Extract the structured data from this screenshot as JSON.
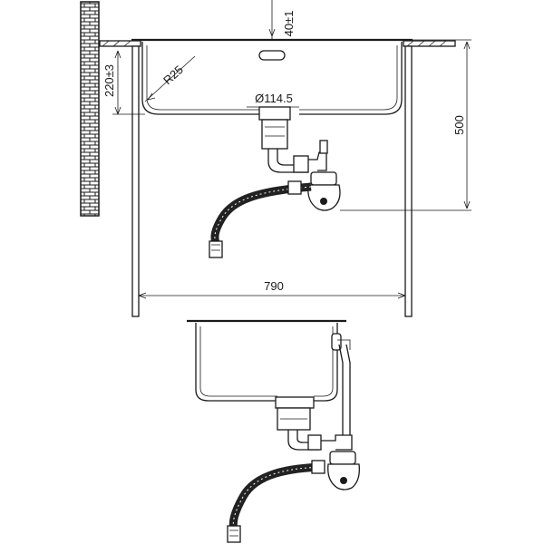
{
  "diagram": {
    "dimensions": {
      "overflow_slot_offset": "40±1",
      "bowl_depth": "220±3",
      "corner_radius": "R25",
      "drain_diameter": "Ø114.5",
      "cabinet_height": "500",
      "cabinet_width": "790"
    }
  },
  "colors": {
    "line": "#1a1a1a",
    "background": "#ffffff",
    "hose": "#222222"
  }
}
